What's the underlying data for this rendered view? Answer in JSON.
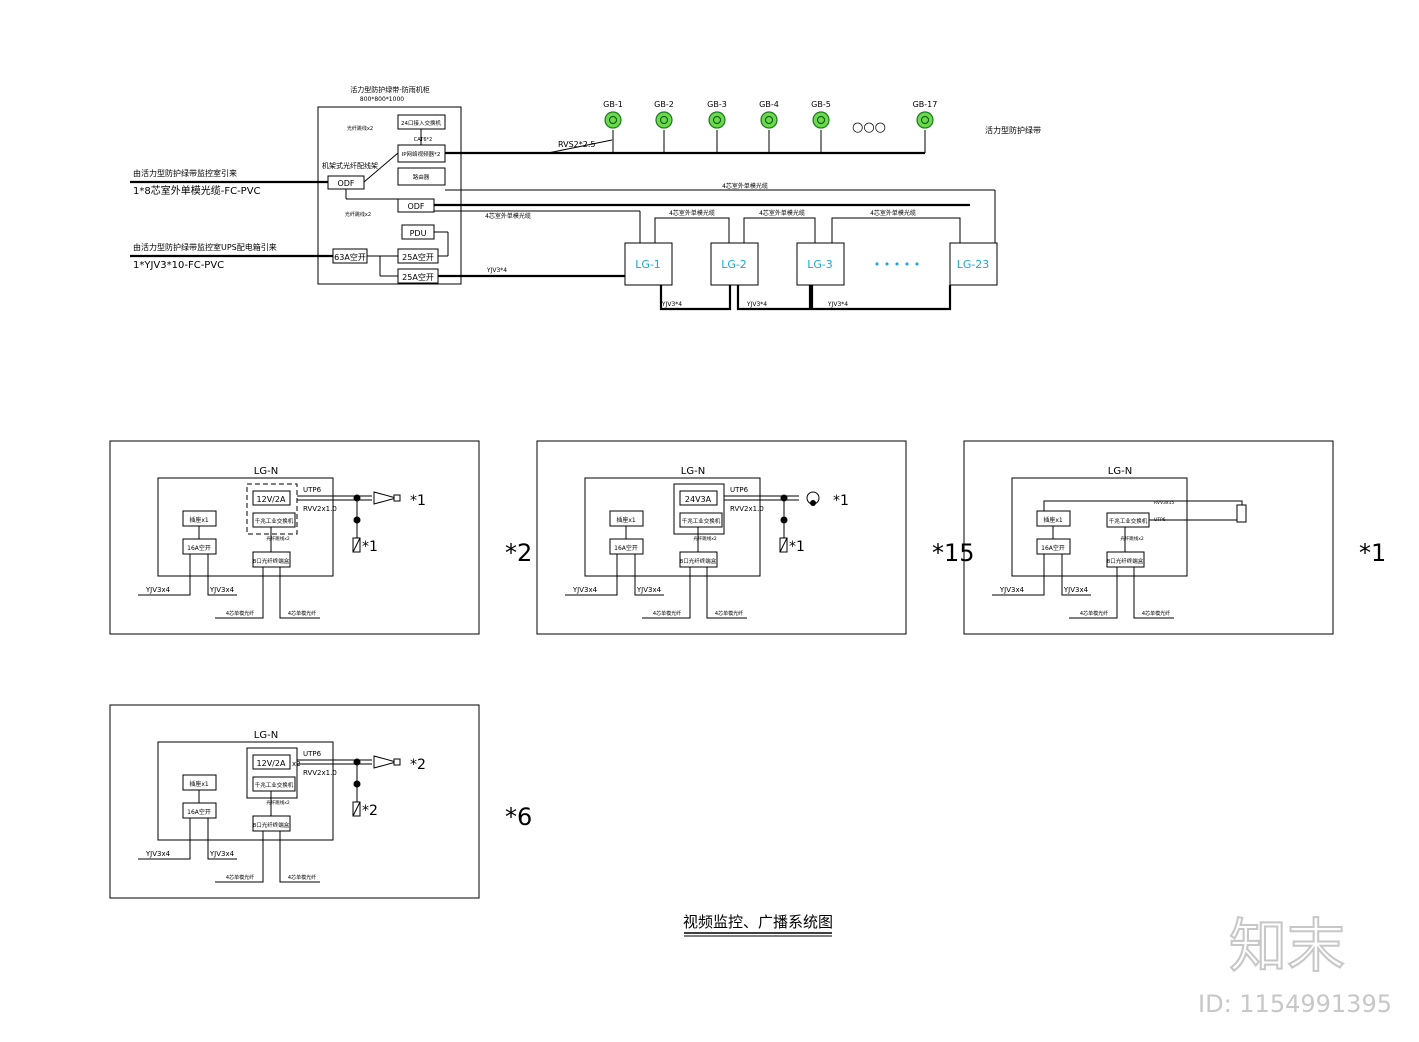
{
  "title": "视频监控、广播系统图",
  "cabinet": {
    "title": "活力型防护绿带-防雨机柜",
    "size": "800*800*1000",
    "rows": {
      "switch24": "24口接入交换机",
      "cat6": "CAT6*2",
      "ip_convert": "IP网络视频器*2",
      "router": "路由器",
      "odf_frame": "机架式光纤配线架",
      "odf1": "ODF",
      "odf2": "ODF",
      "pdu": "PDU",
      "breaker63": "63A空开",
      "breaker25a": "25A空开",
      "breaker25b": "25A空开",
      "plug1": "光纤跳线x2",
      "plug2": "光纤跳线x2"
    }
  },
  "left": {
    "fiber_src": "由活力型防护绿带监控室引来",
    "fiber_cable": "1*8芯室外单模光缆-FC-PVC",
    "power_src": "由活力型防护绿带监控室UPS配电箱引来",
    "power_cable": "1*YJV3*10-FC-PVC"
  },
  "broadcast": {
    "cable": "RVS2*2.5",
    "units": [
      "GB-1",
      "GB-2",
      "GB-3",
      "GB-4",
      "GB-5",
      "GB-17"
    ],
    "dots": "○○○",
    "label": "活力型防护绿带"
  },
  "lg": {
    "units": [
      "LG-1",
      "LG-2",
      "LG-3",
      "LG-23"
    ],
    "dots": "• • • • •",
    "fiber_top": "4芯室外单模光缆",
    "fiber_a": "4芯室外单模光缆",
    "fiber_b": "4芯室外单模光缆",
    "fiber_c": "4芯室外单模光缆",
    "fiber_d": "4芯室外单模光缆",
    "power_main": "YJV3*4",
    "power_1": "YJV3*4",
    "power_2": "YJV3*4",
    "power_3": "YJV3*4"
  },
  "details": [
    {
      "name": "LG-N",
      "supply": "12V/2A",
      "switch": "千兆工业交换机",
      "conv": "光纤跳线x2",
      "socket": "插座x1",
      "brk": "16A空开",
      "term": "8口光纤终端盒",
      "utp": "UTP6",
      "rvv": "RVV2x1.0",
      "cam_mult": "*1",
      "pole_mult": "*1",
      "yjv1": "YJV3x4",
      "yjv2": "YJV3x4",
      "f1": "4芯单模光纤",
      "f2": "4芯单模光纤",
      "mult": "*2"
    },
    {
      "name": "LG-N",
      "supply": "24V3A",
      "switch": "千兆工业交换机",
      "conv": "光纤跳线x2",
      "socket": "插座x1",
      "brk": "16A空开",
      "term": "8口光纤终端盒",
      "utp": "UTP6",
      "rvv": "RVV2x1.0",
      "cam_mult": "*1",
      "pole_mult": "*1",
      "yjv1": "YJV3x4",
      "yjv2": "YJV3x4",
      "f1": "4芯单模光纤",
      "f2": "4芯单模光纤",
      "mult": "*15"
    },
    {
      "name": "LG-N",
      "rvv": "RVV3x15",
      "utp": "UTP6",
      "switch": "千兆工业交换机",
      "conv": "光纤跳线x2",
      "socket": "插座x1",
      "brk": "16A空开",
      "term": "8口光纤终端盒",
      "yjv1": "YJV3x4",
      "yjv2": "YJV3x4",
      "f1": "4芯单模光纤",
      "f2": "4芯单模光纤",
      "mult": "*1"
    },
    {
      "name": "LG-N",
      "supply": "12V/2A",
      "x2": "x2",
      "switch": "千兆工业交换机",
      "conv": "光纤跳线x2",
      "socket": "插座x1",
      "brk": "16A空开",
      "term": "8口光纤终端盒",
      "utp": "UTP6",
      "rvv": "RVV2x1.0",
      "cam_mult": "*2",
      "pole_mult": "*2",
      "yjv1": "YJV3x4",
      "yjv2": "YJV3x4",
      "f1": "4芯单模光纤",
      "f2": "4芯单模光纤",
      "mult": "*6"
    }
  ],
  "watermark": {
    "logo": "知末",
    "id": "ID: 1154991395"
  }
}
